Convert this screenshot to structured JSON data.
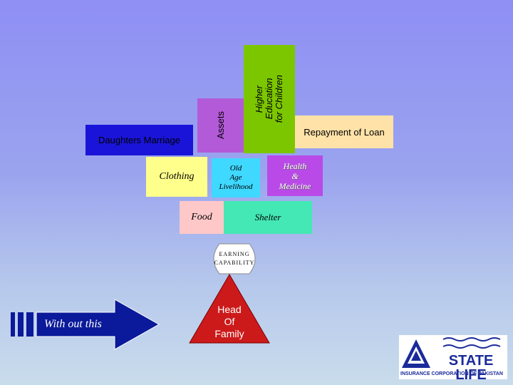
{
  "blocks": {
    "daughters_marriage": "Daughters Marriage",
    "assets": "Assets",
    "higher_education": [
      "Higher",
      "Education",
      "for Children"
    ],
    "repayment_of_loan": "Repayment of Loan",
    "clothing": "Clothing",
    "old_age_livelihood": [
      "Old",
      "Age",
      "Livelihood"
    ],
    "health_medicine": [
      "Health",
      "&",
      "Medicine"
    ],
    "food": "Food",
    "shelter": "Shelter"
  },
  "earning_capability": [
    "EARNING",
    "CAPABILITY"
  ],
  "head_of_family": [
    "Head",
    "Of",
    "Family"
  ],
  "arrow_text": "With out this",
  "logo": {
    "brand": "STATE LIFE",
    "subtitle": "INSURANCE CORPORATION OF PAKISTAN"
  },
  "colors": {
    "daughters": "#1a14d8",
    "assets": "#b35ad8",
    "higher_education": "#7cc600",
    "repayment": "#ffe2a8",
    "clothing": "#ffff8c",
    "old_age": "#3fd8ff",
    "health": "#b94ae8",
    "food": "#ffc8c8",
    "shelter": "#44e8b4",
    "head_triangle": "#cc1a1a",
    "arrow": "#0a1a9a"
  }
}
